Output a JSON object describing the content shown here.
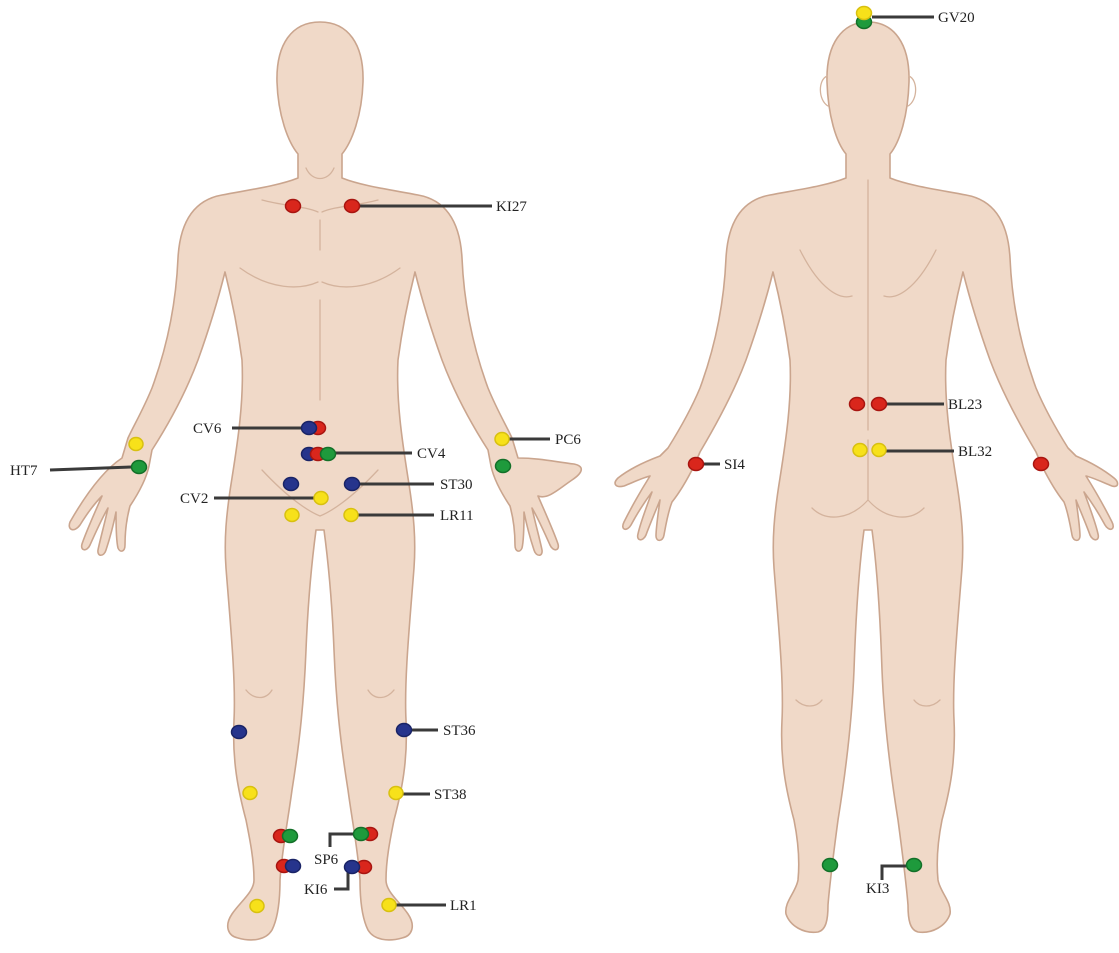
{
  "colors": {
    "red": "#d9261c",
    "blue": "#26348c",
    "green": "#1e9a3c",
    "yellow": "#f7e11a",
    "skin": "#f0d9c8",
    "outline": "#caa58e",
    "leader": "#3a3a3a"
  },
  "figures": {
    "front": "front-view-body",
    "back": "back-view-body"
  },
  "labels": {
    "KI27": "KI27",
    "CV6": "CV6",
    "CV4": "CV4",
    "CV2": "CV2",
    "HT7": "HT7",
    "PC6": "PC6",
    "ST30": "ST30",
    "LR11": "LR11",
    "ST36": "ST36",
    "ST38": "ST38",
    "SP6": "SP6",
    "KI6": "KI6",
    "LR1": "LR1",
    "GV20": "GV20",
    "BL23": "BL23",
    "BL32": "BL32",
    "SI4": "SI4",
    "KI3": "KI3"
  }
}
